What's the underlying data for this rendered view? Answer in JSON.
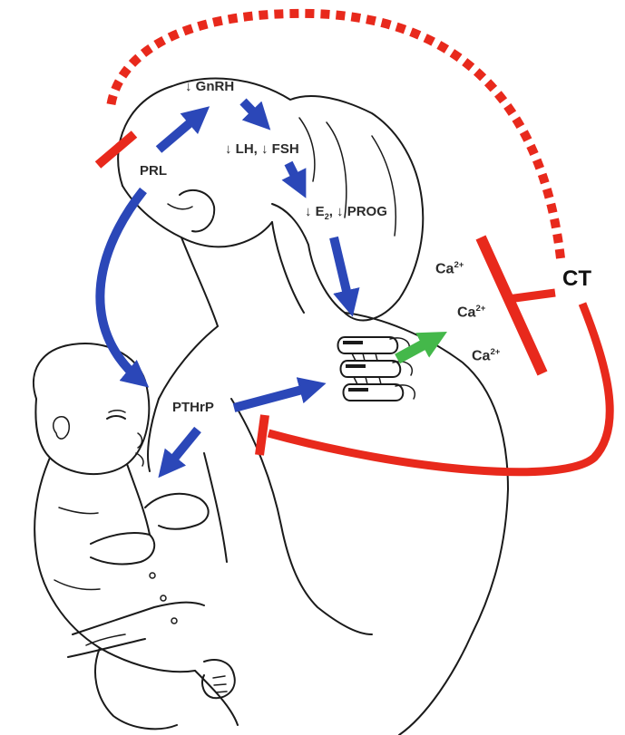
{
  "labels": {
    "gnrh": "↓ GnRH",
    "lh_fsh": "↓ LH, ↓ FSH",
    "e2_arrow": "↓ E",
    "e2_sub": "2",
    "prog": ", ↓ PROG",
    "prl": "PRL",
    "pthrp": "PTHrP",
    "ca": "Ca",
    "ca_sup": "2+",
    "ct": "CT"
  },
  "colors": {
    "stimulation": "#2b47b8",
    "inhibition": "#e8291c",
    "calcium_release": "#44b84a",
    "outline": "#1a1a1a"
  }
}
